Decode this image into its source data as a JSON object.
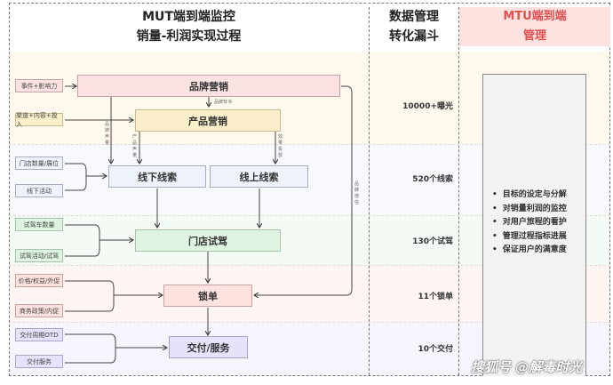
{
  "header": {
    "left_title_line1": "MUT端到端监控",
    "left_title_line2": "销量-利润实现过程",
    "middle_title_line1": "数据管理",
    "middle_title_line2": "转化漏斗",
    "right_title_line1": "MTU端到端",
    "right_title_line2": "管理",
    "accent_color": "#e05050"
  },
  "stages": {
    "brand_marketing": "品牌营销",
    "product_marketing": "产品营销",
    "offline_leads": "线下线索",
    "online_leads": "线上线索",
    "store_test_drive": "门店试驾",
    "order_lock": "锁单",
    "delivery_service": "交付/服务"
  },
  "inputs": {
    "events_influence": "事件+影响力",
    "channel_content_invest": "渠道+内容+投入",
    "store_count_booth": "门店数量/展位",
    "offline_activities": "线下活动",
    "test_drive_cars": "试驾车数量",
    "test_drive_activities": "试驾活动/试驾",
    "price_rights_promo": "价格/权益/外促",
    "business_policy_promo": "商务政策/内促",
    "delivery_cycle_otd": "交付周期OTD",
    "delivery_service": "交付服务"
  },
  "link_labels": {
    "brand_endorsement": "品牌背书",
    "brand_volume": "品牌声量",
    "product_volume": "产品声量",
    "performance_ads": "效果投放",
    "brand_credit": "品牌增信"
  },
  "funnel": [
    {
      "label": "10000+曝光"
    },
    {
      "label": "520个线索"
    },
    {
      "label": "130个试驾"
    },
    {
      "label": "11个锁单"
    },
    {
      "label": "10个交付"
    }
  ],
  "mtu_panel": {
    "items": [
      "目标的设定与分解",
      "对销量利润的监控",
      "对用户旅程的看护",
      "管理过程指标进展",
      "保证用户的满意度"
    ]
  },
  "watermark": "搜狐号 @解毒时光"
}
